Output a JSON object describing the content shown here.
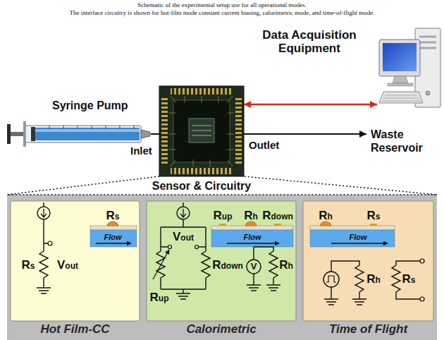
{
  "diagram": {
    "title": "Schematic of the experimental setup use for all operational modes.",
    "caption": "The interface circuitry is shown for hot-film mode constant current biasing, calorimetric mode, and time-of-flight mode.",
    "nodes": [
      {
        "text": [
          "Data Acquisition Equipment"
        ]
      },
      {
        "text": [
          "Syringe Pump"
        ]
      },
      {
        "text": [
          "Sensor & Circuitry"
        ]
      },
      {
        "text": [
          "Waste Reservoir"
        ]
      },
      {
        "text": [
          "Hot Film-CC"
        ]
      },
      {
        "text": [
          "Calorimetric"
        ]
      },
      {
        "text": [
          "Time of Flight"
        ]
      }
    ],
    "edges": [
      {
        "from": 1,
        "to": 2,
        "label": "Inlet",
        "arrow": "none"
      },
      {
        "from": 2,
        "to": 3,
        "label": "Outlet",
        "arrow": "to"
      },
      {
        "from": 2,
        "to": 0,
        "arrow": "both"
      }
    ],
    "labels": [
      "Rs",
      "Flow",
      "Rs",
      "Vout",
      "Rup",
      "Rh",
      "Rdown",
      "Flow",
      "Vout",
      "Rup",
      "Rdown",
      "V",
      "Rh",
      "Rh",
      "Rs",
      "Flow",
      "Rh",
      "Rs"
    ]
  }
}
